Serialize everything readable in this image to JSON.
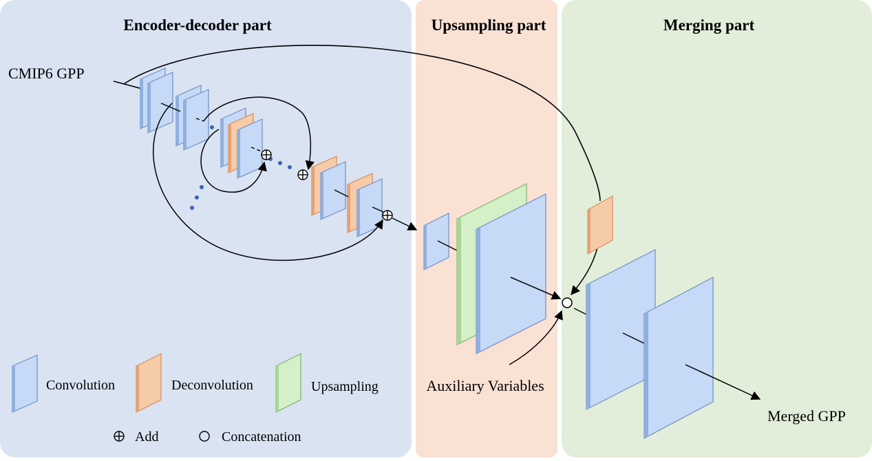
{
  "panels": {
    "encoder_title": "Encoder-decoder part",
    "upsampling_title": "Upsampling part",
    "merging_title": "Merging part"
  },
  "labels": {
    "input": "CMIP6 GPP",
    "auxiliary": "Auxiliary Variables",
    "output": "Merged GPP"
  },
  "legend": {
    "convolution": "Convolution",
    "deconvolution": "Deconvolution",
    "upsampling": "Upsampling",
    "add": "Add",
    "concatenation": "Concatenation"
  },
  "colors": {
    "encoder_bg": "#dae3f2",
    "upsampling_bg": "#f9e1d4",
    "merging_bg": "#e2eed9",
    "conv_face": "#c6d9f6",
    "conv_edge": "#6f8fc4",
    "deconv_face": "#f6cba8",
    "deconv_edge": "#d98a55",
    "upsample_face": "#d5f0c8",
    "upsample_edge": "#7db36a",
    "dot": "#3c63b5"
  }
}
